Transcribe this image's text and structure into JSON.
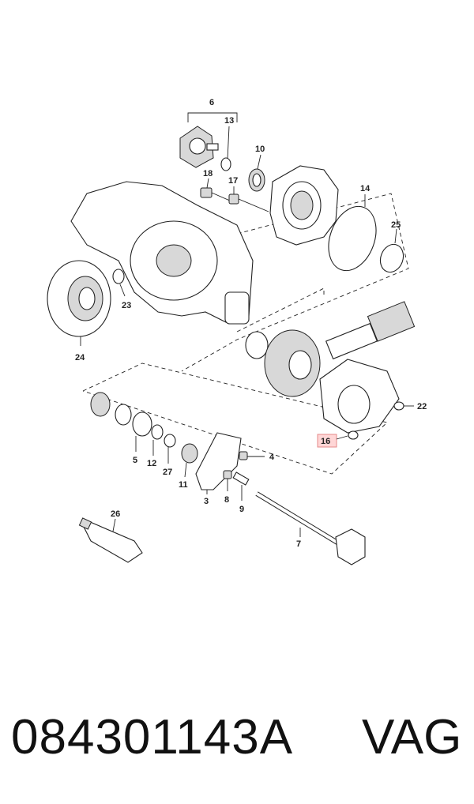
{
  "diagram": {
    "callouts": {
      "c6": "6",
      "c13": "13",
      "c10": "10",
      "c18": "18",
      "c17": "17",
      "c14": "14",
      "c25": "25",
      "c23": "23",
      "c24": "24",
      "c22": "22",
      "c16": "16",
      "c5": "5",
      "c12": "12",
      "c27": "27",
      "c11": "11",
      "c3": "3",
      "c8": "8",
      "c9": "9",
      "c4": "4",
      "c26": "26",
      "c7": "7"
    },
    "highlighted_callout": "16",
    "highlight_color": "#ffd6d6"
  },
  "footer": {
    "part_number": "084301143A",
    "brand": "VAG"
  }
}
